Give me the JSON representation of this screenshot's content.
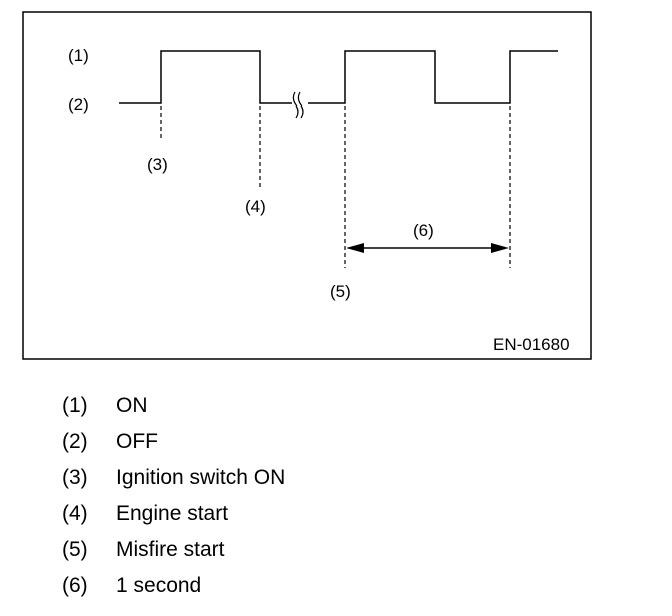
{
  "figure": {
    "code": "EN-01680",
    "markers": {
      "on_level": "(1)",
      "off_level": "(2)",
      "ignition_on": "(3)",
      "engine_start": "(4)",
      "misfire_start": "(5)",
      "one_second": "(6)"
    }
  },
  "legend": [
    {
      "num": "(1)",
      "text": "ON"
    },
    {
      "num": "(2)",
      "text": "OFF"
    },
    {
      "num": "(3)",
      "text": "Ignition switch ON"
    },
    {
      "num": "(4)",
      "text": "Engine start"
    },
    {
      "num": "(5)",
      "text": "Misfire start"
    },
    {
      "num": "(6)",
      "text": "1 second"
    }
  ]
}
